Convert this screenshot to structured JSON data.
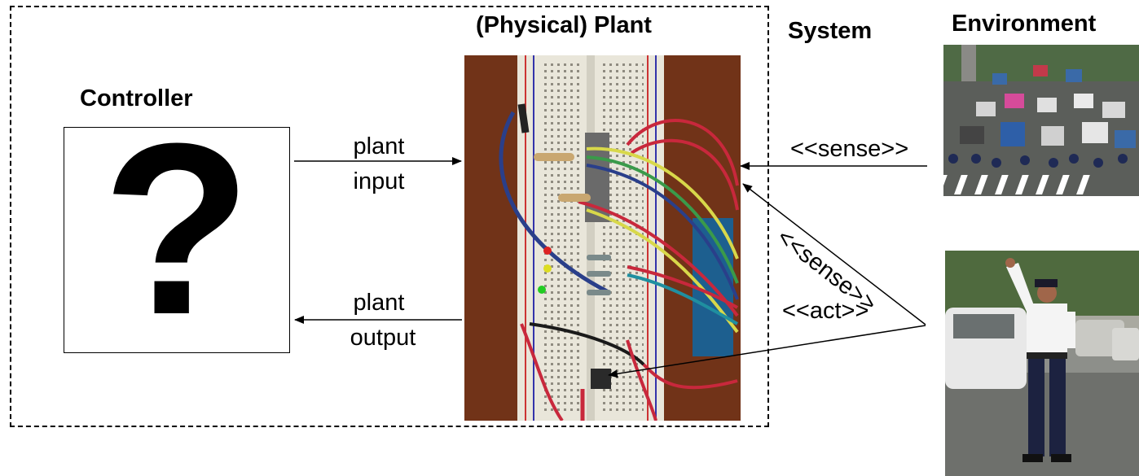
{
  "system_label": "System",
  "environment_label": "Environment",
  "plant_label": "(Physical) Plant",
  "controller_label": "Controller",
  "controller_symbol": "?",
  "plant_input": {
    "line1": "plant",
    "line2": "input"
  },
  "plant_output": {
    "line1": "plant",
    "line2": "output"
  },
  "sense_top": "<<sense>>",
  "sense_diag": "<<sense>>",
  "act": "<<act>>",
  "colors": {
    "line": "#000000",
    "board_wood": "#6b2f16",
    "breadboard": "#e9e6da",
    "wire_red": "#c8283c",
    "wire_yellow": "#d8d84a",
    "wire_blue": "#2a3f8a",
    "wire_teal": "#1f8fa0"
  }
}
